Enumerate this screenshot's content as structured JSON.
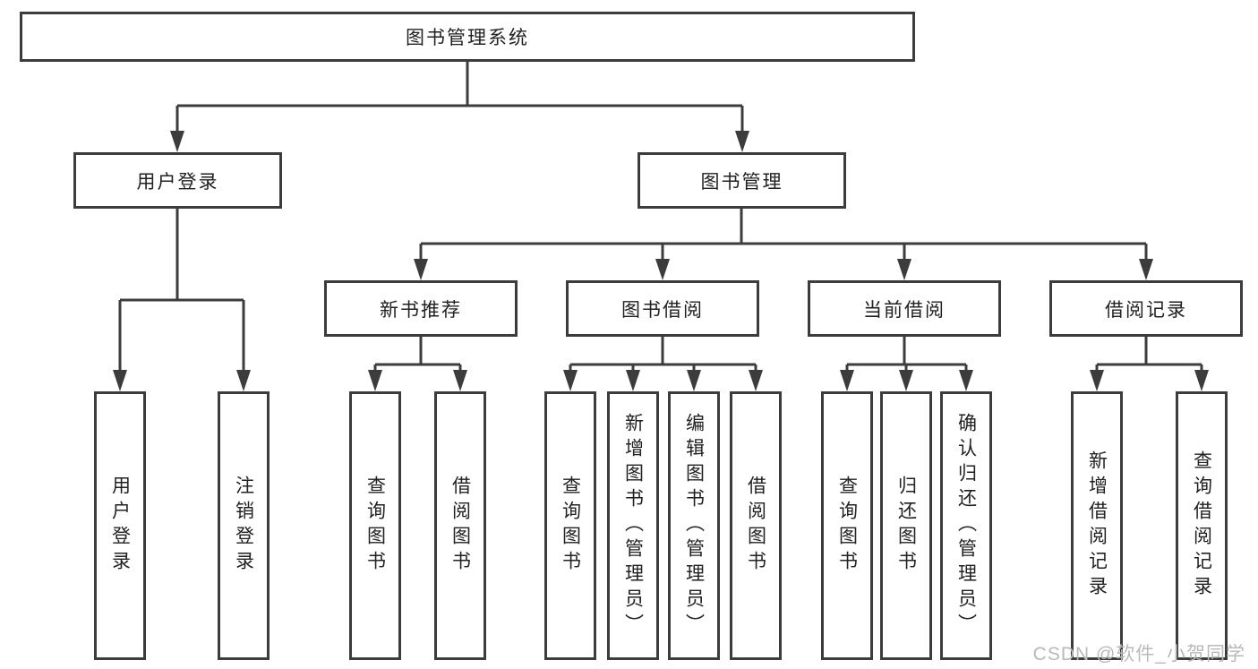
{
  "tree": {
    "label": "图书管理系统",
    "children": [
      {
        "label": "用户登录",
        "children": [
          {
            "label": "用户登录"
          },
          {
            "label": "注销登录"
          }
        ]
      },
      {
        "label": "图书管理",
        "children": [
          {
            "label": "新书推荐",
            "children": [
              {
                "label": "查询图书"
              },
              {
                "label": "借阅图书"
              }
            ]
          },
          {
            "label": "图书借阅",
            "children": [
              {
                "label": "查询图书"
              },
              {
                "label": "新增图书（管理员）"
              },
              {
                "label": "编辑图书（管理员）"
              },
              {
                "label": "借阅图书"
              }
            ]
          },
          {
            "label": "当前借阅",
            "children": [
              {
                "label": "查询图书"
              },
              {
                "label": "归还图书"
              },
              {
                "label": "确认归还（管理员）"
              }
            ]
          },
          {
            "label": "借阅记录",
            "children": [
              {
                "label": "新增借阅记录"
              },
              {
                "label": "查询借阅记录"
              }
            ]
          }
        ]
      }
    ]
  },
  "watermark": {
    "text": "CSDN @软件_小贺同学"
  },
  "colors": {
    "line": "#3c3c3c",
    "text": "#212121",
    "background": "#ffffff",
    "watermark": "#b9b9b9"
  }
}
